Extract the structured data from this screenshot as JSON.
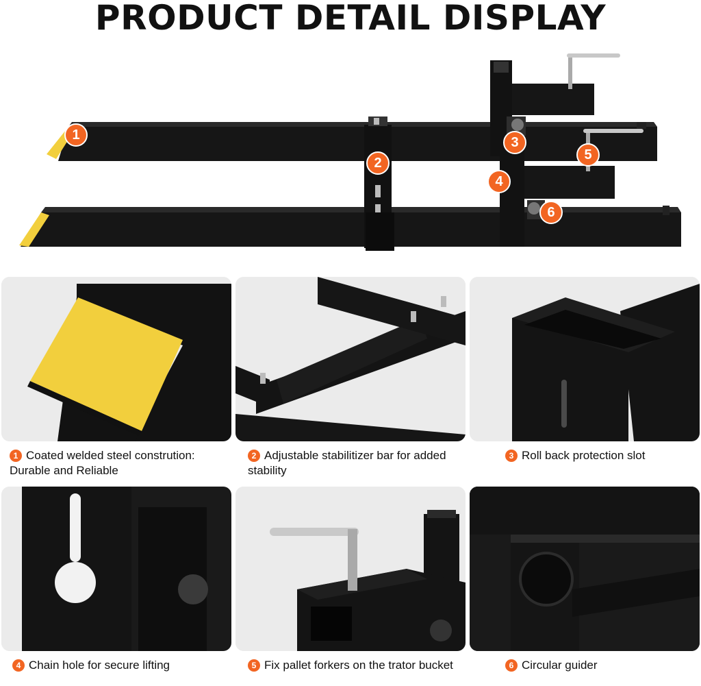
{
  "title": "PRODUCT DETAIL DISPLAY",
  "hero": {
    "badges": [
      "1",
      "2",
      "3",
      "4",
      "5",
      "6"
    ]
  },
  "features": [
    {
      "num": "1",
      "text": "Coated welded steel constrution: Durable and Reliable"
    },
    {
      "num": "2",
      "text": "Adjustable stabilitizer bar for added stability"
    },
    {
      "num": "3",
      "text": "Roll back protection slot"
    },
    {
      "num": "4",
      "text": "Chain hole for secure lifting"
    },
    {
      "num": "5",
      "text": "Fix pallet forkers on the trator bucket"
    },
    {
      "num": "6",
      "text": "Circular guider"
    }
  ],
  "colors": {
    "accent": "#f26522",
    "steel": "#141414",
    "coating": "#f2cf3d"
  }
}
